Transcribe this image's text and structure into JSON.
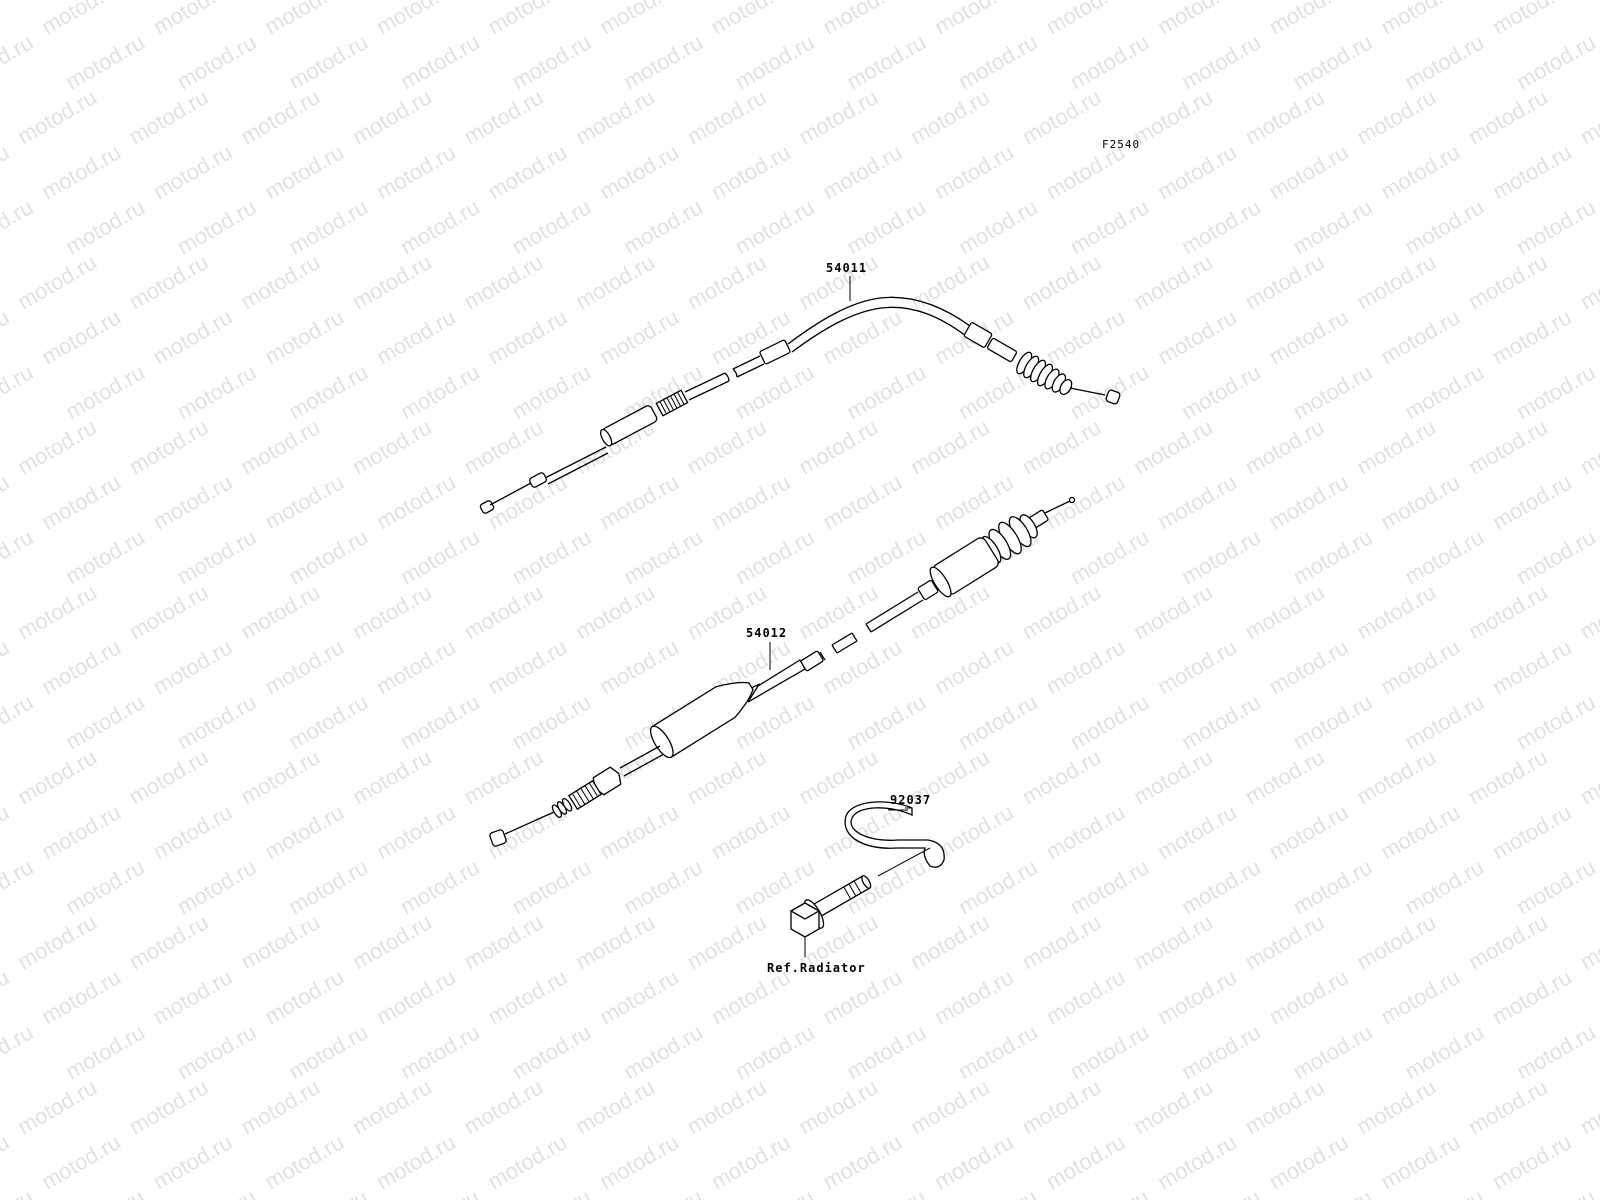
{
  "watermark": {
    "text": "motod.ru",
    "color": "#c8c8c8"
  },
  "figure_code": "F2540",
  "callouts": {
    "cable_upper": "54011",
    "cable_lower": "54012",
    "clamp": "92037",
    "reference": "Ref.Radiator"
  },
  "colors": {
    "line": "#000000",
    "background": "#ffffff"
  }
}
